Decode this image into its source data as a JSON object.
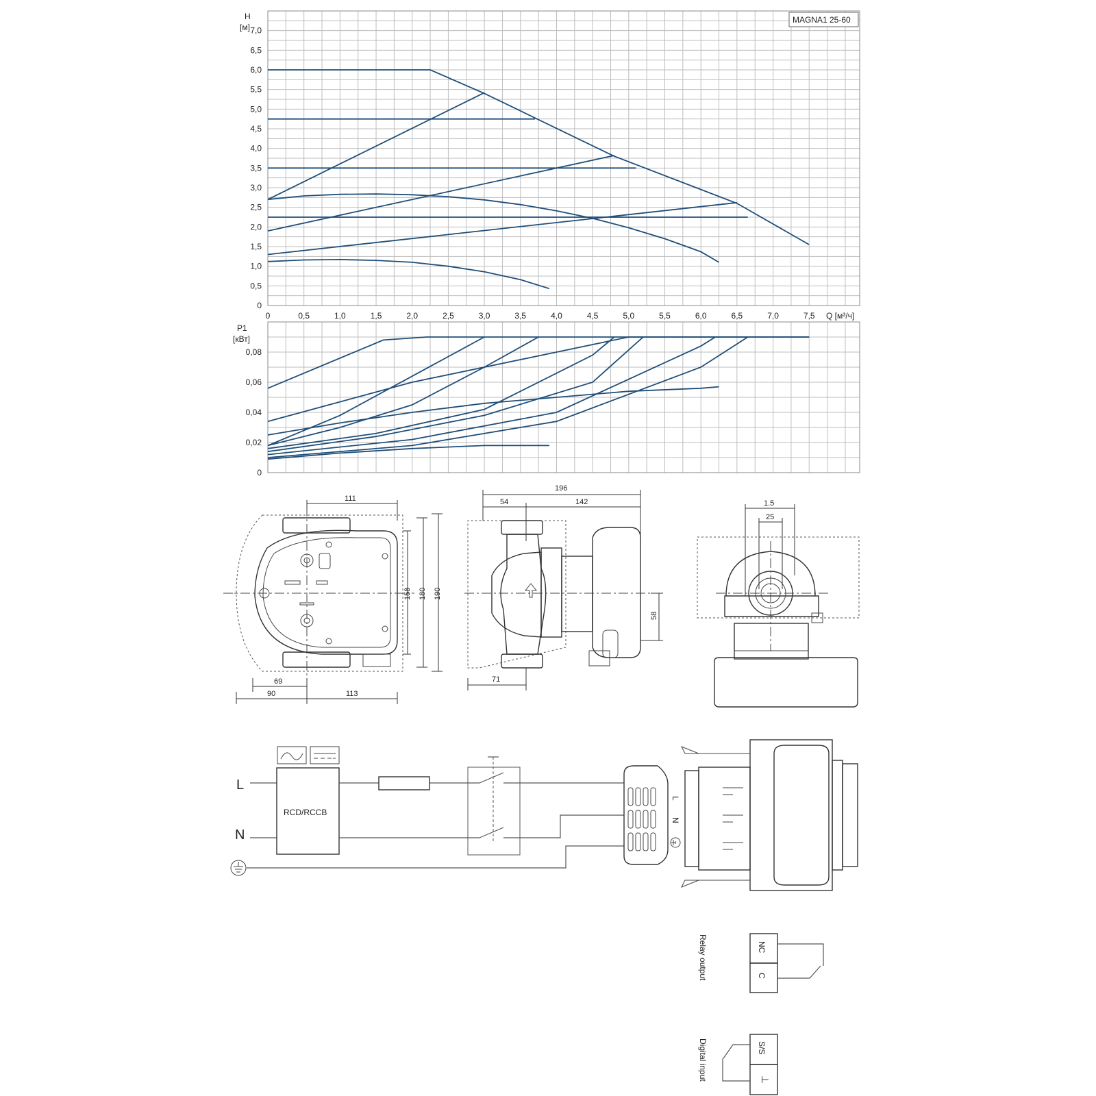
{
  "model_label": "MAGNA1 25-60",
  "chart_data": [
    {
      "type": "line",
      "ylabel": "H",
      "yunit": "[м]",
      "xlabel": "Q [м³/ч]",
      "xlim": [
        0,
        8.2
      ],
      "ylim": [
        0,
        7.5
      ],
      "x_ticks": [
        "0",
        "0,5",
        "1,0",
        "1,5",
        "2,0",
        "2,5",
        "3,0",
        "3,5",
        "4,0",
        "4,5",
        "5,0",
        "5,5",
        "6,0",
        "6,5",
        "7,0",
        "7,5"
      ],
      "y_ticks": [
        "0",
        "0,5",
        "1,0",
        "1,5",
        "2,0",
        "2,5",
        "3,0",
        "3,5",
        "4,0",
        "4,5",
        "5,0",
        "5,5",
        "6,0",
        "6,5",
        "7,0"
      ],
      "grid": true,
      "series": [
        {
          "x": [
            0,
            2.25,
            3.0,
            4.8,
            6.5,
            7.5
          ],
          "y": [
            6.0,
            6.0,
            5.4,
            3.8,
            2.6,
            1.55
          ]
        },
        {
          "x": [
            0,
            3.7
          ],
          "y": [
            4.75,
            4.75
          ]
        },
        {
          "x": [
            0,
            5.1
          ],
          "y": [
            3.5,
            3.5
          ]
        },
        {
          "x": [
            0,
            6.65
          ],
          "y": [
            2.25,
            2.25
          ]
        },
        {
          "x": [
            0,
            3.0
          ],
          "y": [
            2.7,
            5.42
          ]
        },
        {
          "x": [
            0,
            4.8
          ],
          "y": [
            1.9,
            3.82
          ]
        },
        {
          "x": [
            0,
            6.5
          ],
          "y": [
            1.3,
            2.62
          ]
        },
        {
          "x": [
            0,
            0.5,
            1.0,
            1.5,
            2.0,
            2.5,
            3.0,
            3.5,
            4.0,
            4.5,
            5.0,
            5.5,
            6.0,
            6.25
          ],
          "y": [
            2.7,
            2.79,
            2.83,
            2.84,
            2.82,
            2.77,
            2.69,
            2.57,
            2.41,
            2.22,
            1.98,
            1.7,
            1.37,
            1.1
          ]
        },
        {
          "x": [
            0,
            0.5,
            1.0,
            1.5,
            2.0,
            2.5,
            3.0,
            3.5,
            3.9
          ],
          "y": [
            1.12,
            1.16,
            1.17,
            1.15,
            1.1,
            1.0,
            0.86,
            0.66,
            0.43
          ]
        }
      ]
    },
    {
      "type": "line",
      "ylabel": "P1",
      "yunit": "[кВт]",
      "xlim": [
        0,
        8.2
      ],
      "ylim": [
        0,
        0.1
      ],
      "y_ticks": [
        "0",
        "0,02",
        "0,04",
        "0,06",
        "0,08"
      ],
      "grid": true,
      "series": [
        {
          "x": [
            0,
            1.6,
            2.2,
            7.5
          ],
          "y": [
            0.056,
            0.088,
            0.09,
            0.09
          ]
        },
        {
          "x": [
            0,
            2.0,
            4.0,
            5.0,
            7.5
          ],
          "y": [
            0.034,
            0.06,
            0.08,
            0.09,
            0.09
          ]
        },
        {
          "x": [
            0,
            1.0,
            2.0,
            3.0
          ],
          "y": [
            0.018,
            0.038,
            0.064,
            0.09
          ]
        },
        {
          "x": [
            0,
            1.0,
            2.0,
            3.0,
            3.75
          ],
          "y": [
            0.018,
            0.03,
            0.045,
            0.07,
            0.09
          ]
        },
        {
          "x": [
            0,
            1.5,
            3.0,
            4.5,
            4.8
          ],
          "y": [
            0.016,
            0.026,
            0.042,
            0.078,
            0.09
          ]
        },
        {
          "x": [
            0,
            1.5,
            3.0,
            4.5,
            5.2
          ],
          "y": [
            0.014,
            0.024,
            0.038,
            0.06,
            0.09
          ]
        },
        {
          "x": [
            0,
            2.0,
            4.0,
            6.0,
            6.2
          ],
          "y": [
            0.012,
            0.022,
            0.04,
            0.084,
            0.09
          ]
        },
        {
          "x": [
            0,
            2.0,
            4.0,
            6.0,
            6.65
          ],
          "y": [
            0.01,
            0.018,
            0.034,
            0.07,
            0.09
          ]
        },
        {
          "x": [
            0,
            1.0,
            2.0,
            3.0,
            4.0,
            5.0,
            6.0,
            6.25
          ],
          "y": [
            0.025,
            0.033,
            0.04,
            0.046,
            0.05,
            0.054,
            0.056,
            0.057
          ]
        },
        {
          "x": [
            0,
            1.0,
            2.0,
            3.0,
            3.9
          ],
          "y": [
            0.009,
            0.013,
            0.016,
            0.018,
            0.018
          ]
        }
      ]
    }
  ],
  "dimensions": {
    "front": {
      "top": "111",
      "h1": "158",
      "h2": "180",
      "h3": "190",
      "b1": "69",
      "b2": "90",
      "b3": "113"
    },
    "side": {
      "total": "196",
      "left": "54",
      "right": "142",
      "bottom": "71",
      "height": "58"
    },
    "end": {
      "outer": "1.5",
      "inner": "25"
    }
  },
  "wiring": {
    "line_label": "L",
    "neutral_label": "N",
    "device_label": "RCD/RCCB",
    "plug_l": "L",
    "plug_n": "N"
  },
  "relay": {
    "title": "Relay output",
    "nc": "NC",
    "c": "C"
  },
  "digital": {
    "title": "Digital input",
    "ss": "S/S",
    "gnd": "⊥"
  }
}
